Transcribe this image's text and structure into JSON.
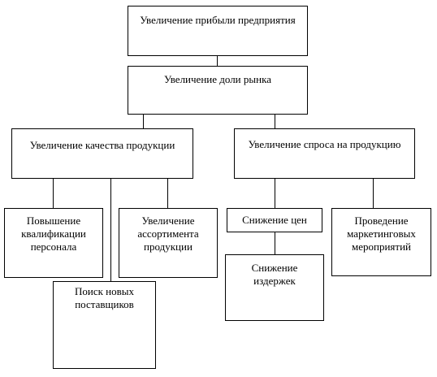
{
  "diagram": {
    "root": {
      "label": "Увеличение прибыли предприятия"
    },
    "level1": {
      "label": "Увеличение доли рынка"
    },
    "quality": {
      "label": "Увеличение качества продукции"
    },
    "demand": {
      "label": "Увеличение спроса на продукцию"
    },
    "staff": {
      "lines": [
        "Повышение",
        "квалификации",
        "персонала"
      ]
    },
    "assortment": {
      "lines": [
        "Увеличение",
        "ассортимента",
        "продукции"
      ]
    },
    "suppliers": {
      "lines": [
        "Поиск новых",
        "поставщиков"
      ]
    },
    "price": {
      "label": "Снижение цен"
    },
    "costs": {
      "lines": [
        "Снижение",
        "издержек"
      ]
    },
    "marketing": {
      "lines": [
        "Проведение",
        "маркетинговых",
        "мероприятий"
      ]
    }
  }
}
